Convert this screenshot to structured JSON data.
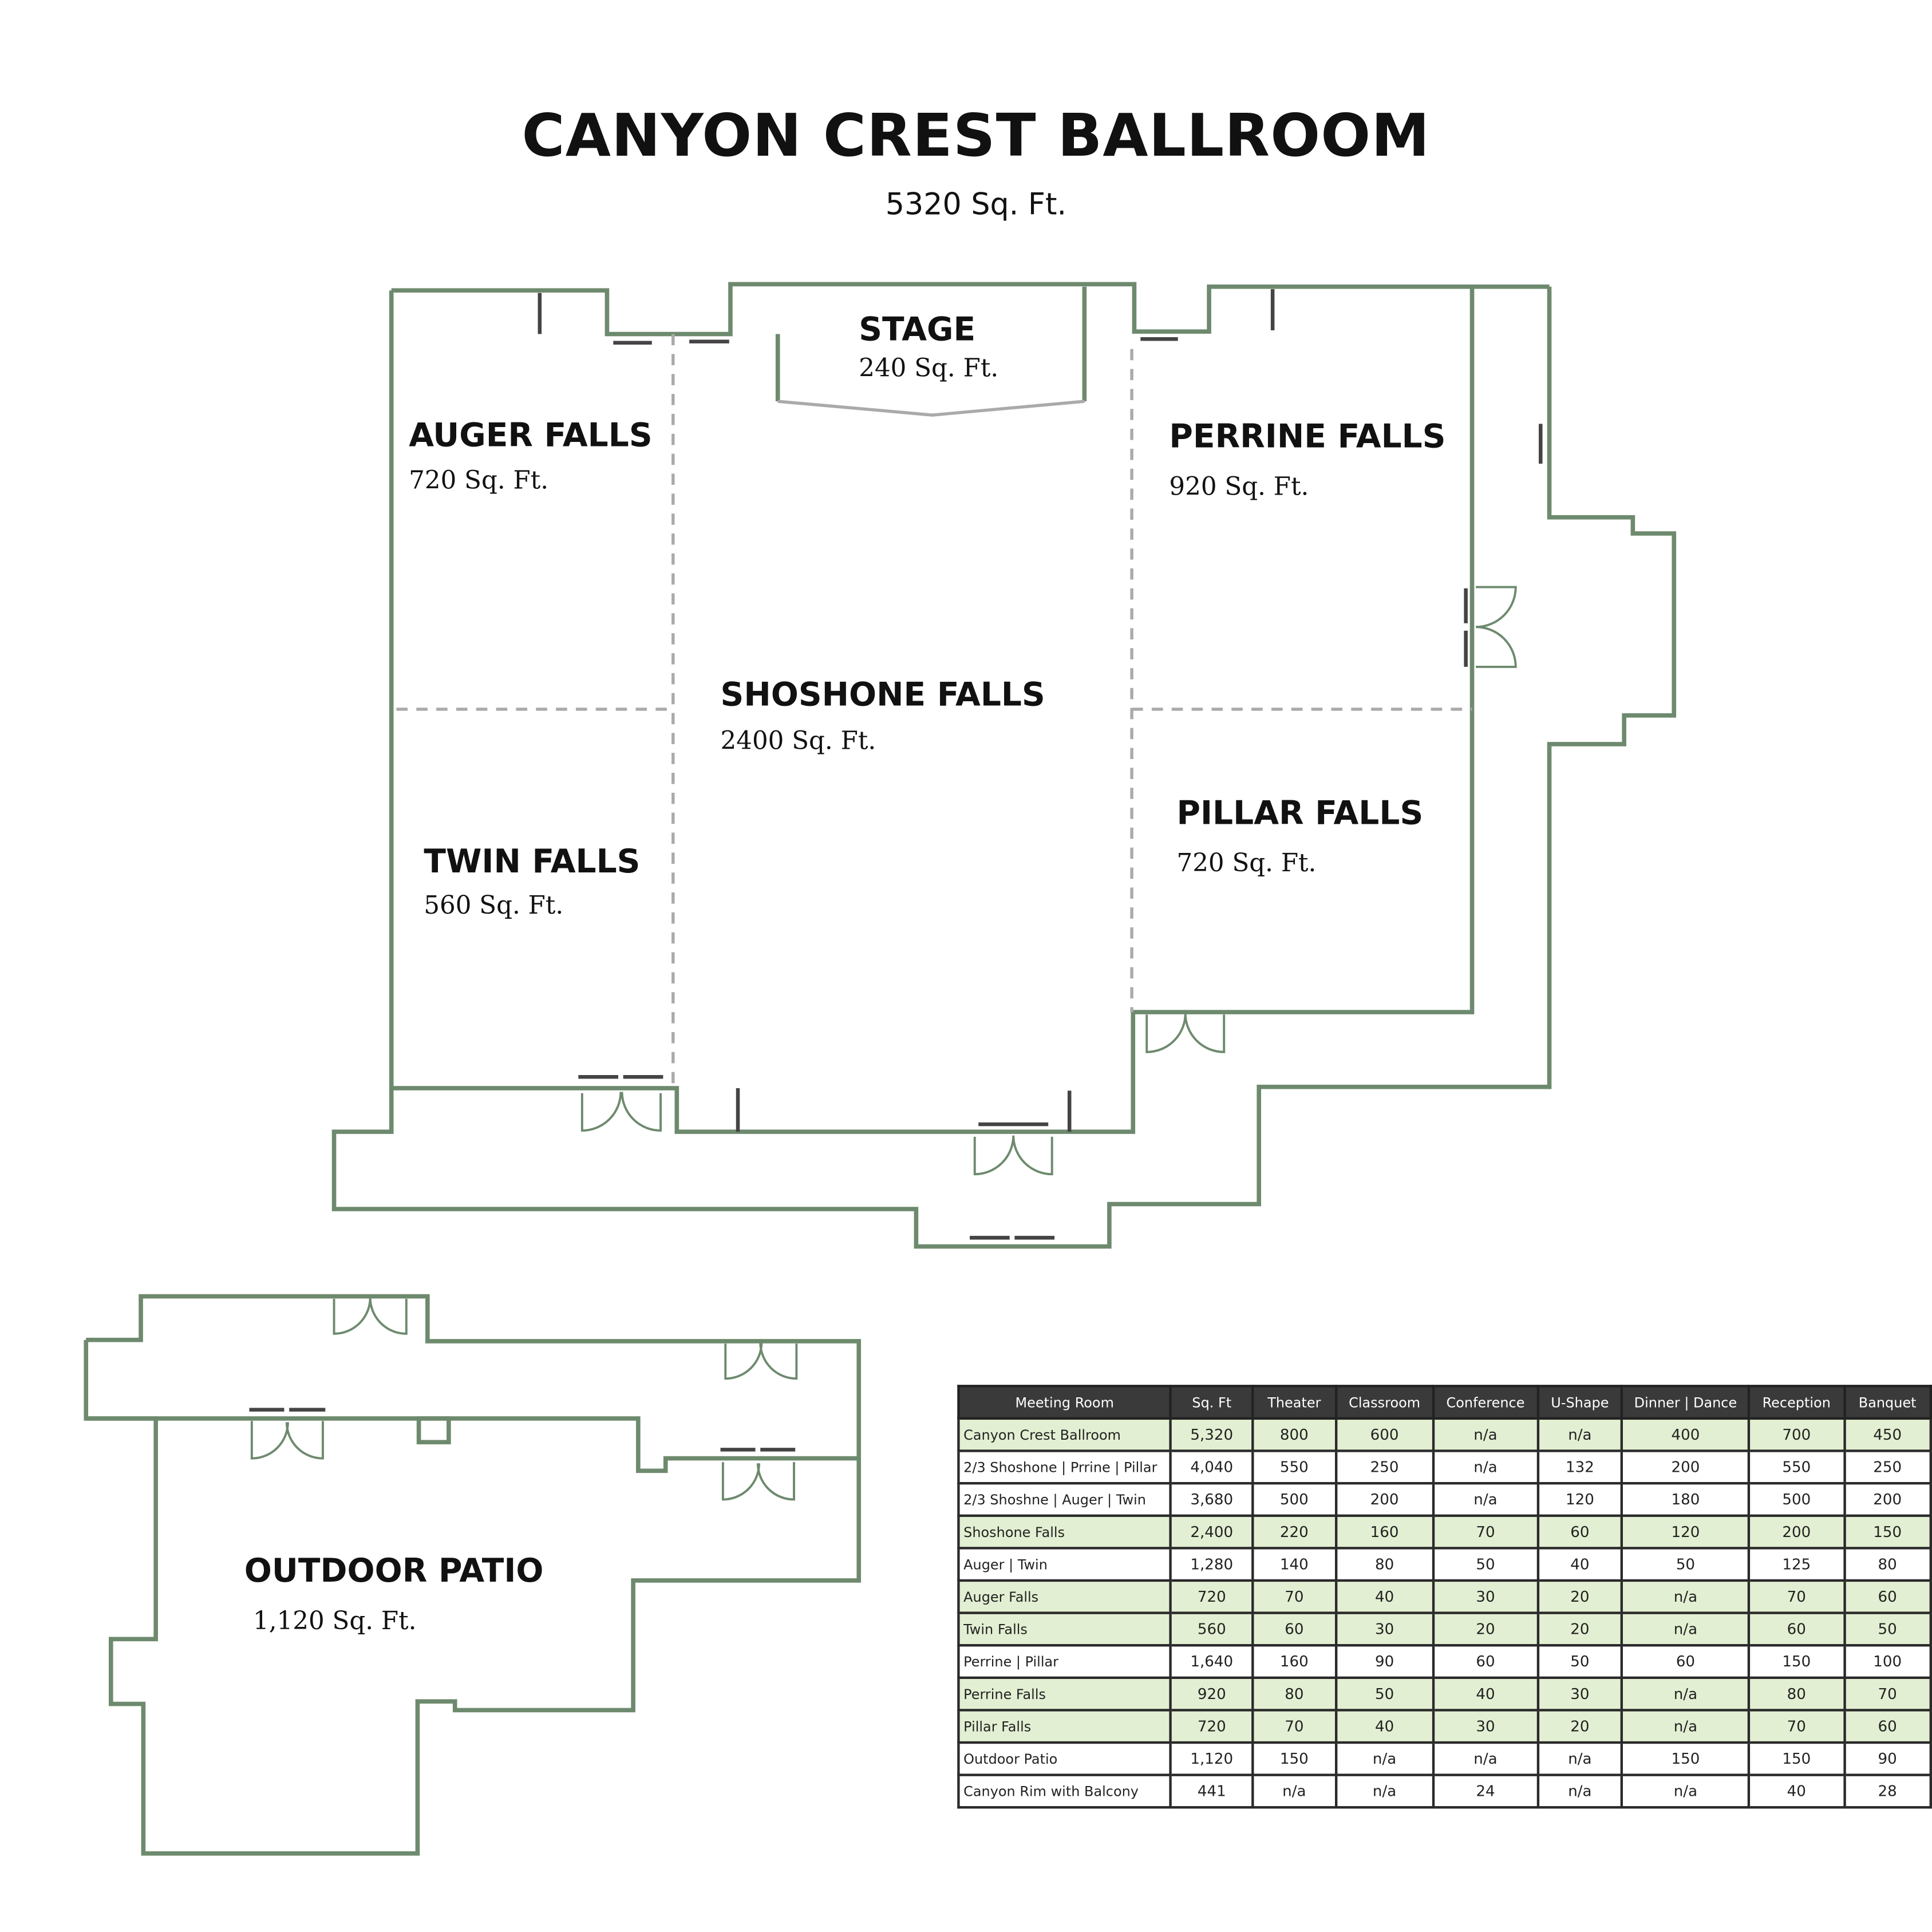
{
  "title": "CANYON CREST BALLROOM",
  "subtitle": "5320 Sq. Ft.",
  "rooms": {
    "stage": {
      "name": "STAGE",
      "area": "240 Sq. Ft."
    },
    "auger": {
      "name": "AUGER FALLS",
      "area": "720 Sq. Ft."
    },
    "twin": {
      "name": "TWIN FALLS",
      "area": "560 Sq. Ft."
    },
    "shoshone": {
      "name": "SHOSHONE FALLS",
      "area": "2400 Sq. Ft."
    },
    "perrine": {
      "name": "PERRINE FALLS",
      "area": "920 Sq. Ft."
    },
    "pillar": {
      "name": "PILLAR FALLS",
      "area": "720 Sq. Ft."
    },
    "patio": {
      "name": "OUTDOOR PATIO",
      "area": "1,120 Sq. Ft."
    }
  },
  "colors": {
    "wall": "#6e8a6e",
    "row_highlight": "#e3efd2",
    "header": "#3a3a3a"
  },
  "table": {
    "headers": [
      "Meeting Room",
      "Sq. Ft",
      "Theater",
      "Classroom",
      "Conference",
      "U-Shape",
      "Dinner | Dance",
      "Reception",
      "Banquet"
    ],
    "rows": [
      {
        "hl": true,
        "cells": [
          "Canyon Crest Ballroom",
          "5,320",
          "800",
          "600",
          "n/a",
          "n/a",
          "400",
          "700",
          "450"
        ]
      },
      {
        "hl": false,
        "cells": [
          "2/3 Shoshone | Prrine | Pillar",
          "4,040",
          "550",
          "250",
          "n/a",
          "132",
          "200",
          "550",
          "250"
        ]
      },
      {
        "hl": false,
        "cells": [
          "2/3 Shoshne | Auger | Twin",
          "3,680",
          "500",
          "200",
          "n/a",
          "120",
          "180",
          "500",
          "200"
        ]
      },
      {
        "hl": true,
        "cells": [
          "Shoshone Falls",
          "2,400",
          "220",
          "160",
          "70",
          "60",
          "120",
          "200",
          "150"
        ]
      },
      {
        "hl": false,
        "cells": [
          "Auger | Twin",
          "1,280",
          "140",
          "80",
          "50",
          "40",
          "50",
          "125",
          "80"
        ]
      },
      {
        "hl": true,
        "cells": [
          "Auger Falls",
          "720",
          "70",
          "40",
          "30",
          "20",
          "n/a",
          "70",
          "60"
        ]
      },
      {
        "hl": true,
        "cells": [
          "Twin Falls",
          "560",
          "60",
          "30",
          "20",
          "20",
          "n/a",
          "60",
          "50"
        ]
      },
      {
        "hl": false,
        "cells": [
          "Perrine | Pillar",
          "1,640",
          "160",
          "90",
          "60",
          "50",
          "60",
          "150",
          "100"
        ]
      },
      {
        "hl": true,
        "cells": [
          "Perrine Falls",
          "920",
          "80",
          "50",
          "40",
          "30",
          "n/a",
          "80",
          "70"
        ]
      },
      {
        "hl": true,
        "cells": [
          "Pillar Falls",
          "720",
          "70",
          "40",
          "30",
          "20",
          "n/a",
          "70",
          "60"
        ]
      },
      {
        "hl": false,
        "cells": [
          "Outdoor Patio",
          "1,120",
          "150",
          "n/a",
          "n/a",
          "n/a",
          "150",
          "150",
          "90"
        ]
      },
      {
        "hl": false,
        "cells": [
          "Canyon Rim with Balcony",
          "441",
          "n/a",
          "n/a",
          "24",
          "n/a",
          "n/a",
          "40",
          "28"
        ]
      }
    ]
  }
}
